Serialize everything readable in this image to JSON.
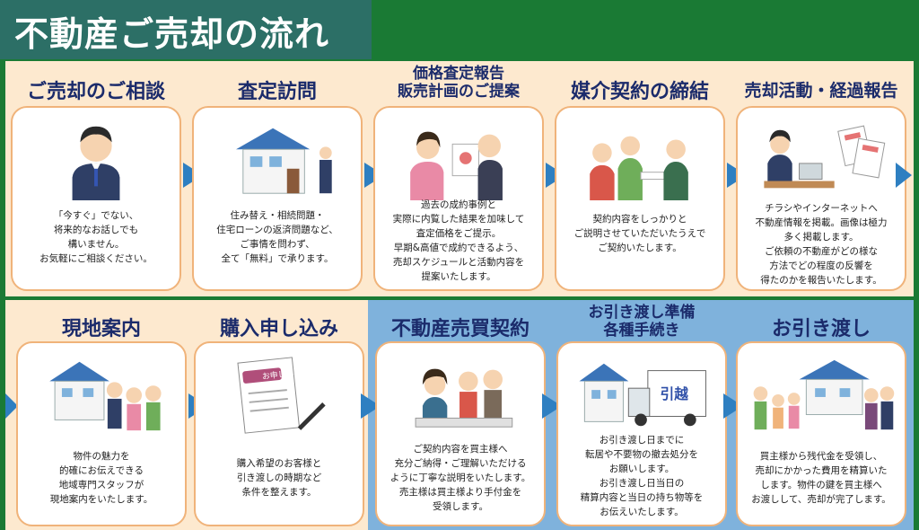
{
  "page_title": "不動産ご売却の流れ",
  "steps": [
    {
      "title": "ご売却のご相談",
      "desc": "「今すぐ」でない、\n将来的なお話しでも\n構いません。\nお気軽にご相談ください。"
    },
    {
      "title": "査定訪問",
      "desc": "住み替え・相続問題・\n住宅ローンの返済問題など、\nご事情を問わず、\n全て「無料」で承ります。"
    },
    {
      "title": "価格査定報告\n販売計画のご提案",
      "desc": "過去の成約事例と\n実際に内覧した結果を加味して\n査定価格をご提示。\n早期&高値で成約できるよう、\n売却スケジュールと活動内容を\n提案いたします。"
    },
    {
      "title": "媒介契約の締結",
      "desc": "契約内容をしっかりと\nご説明させていただいたうえで\nご契約いたします。"
    },
    {
      "title": "売却活動・経過報告",
      "desc": "チラシやインターネットへ\n不動産情報を掲載。画像は極力\n多く掲載します。\nご依頼の不動産がどの様な\n方法でどの程度の反響を\n得たのかを報告いたします。"
    },
    {
      "title": "現地案内",
      "desc": "物件の魅力を\n的確にお伝えできる\n地域専門スタッフが\n現地案内をいたします。"
    },
    {
      "title": "購入申し込み",
      "desc": "購入希望のお客様と\n引き渡しの時期など\n条件を整えます。"
    },
    {
      "title": "不動産売買契約",
      "desc": "ご契約内容を買主様へ\n充分ご納得・ご理解いただける\nように丁寧な説明をいたします。\n売主様は買主様より手付金を\n受領します。"
    },
    {
      "title": "お引き渡し準備\n各種手続き",
      "desc": "お引き渡し日までに\n転居や不要物の撤去処分を\nお願いします。\nお引き渡し日当日の\n精算内容と当日の持ち物等を\nお伝えいたします。"
    },
    {
      "title": "お引き渡し",
      "desc": "買主様から残代金を受領し、\n売却にかかった費用を精算いた\nします。物件の鍵を買主様へ\nお渡しして、売却が完了します。"
    }
  ],
  "illustrations": {
    "form_label": "お申し込み",
    "truck_label": "引越"
  },
  "colors": {
    "header_green": "#1a7a34",
    "title_tab": "#2c6f66",
    "panel_beige": "#fde9cf",
    "panel_blue": "#7fb2dc",
    "arrow_blue": "#2e7fc1",
    "card_border": "#f0b37a",
    "title_navy": "#1b2b6b"
  }
}
